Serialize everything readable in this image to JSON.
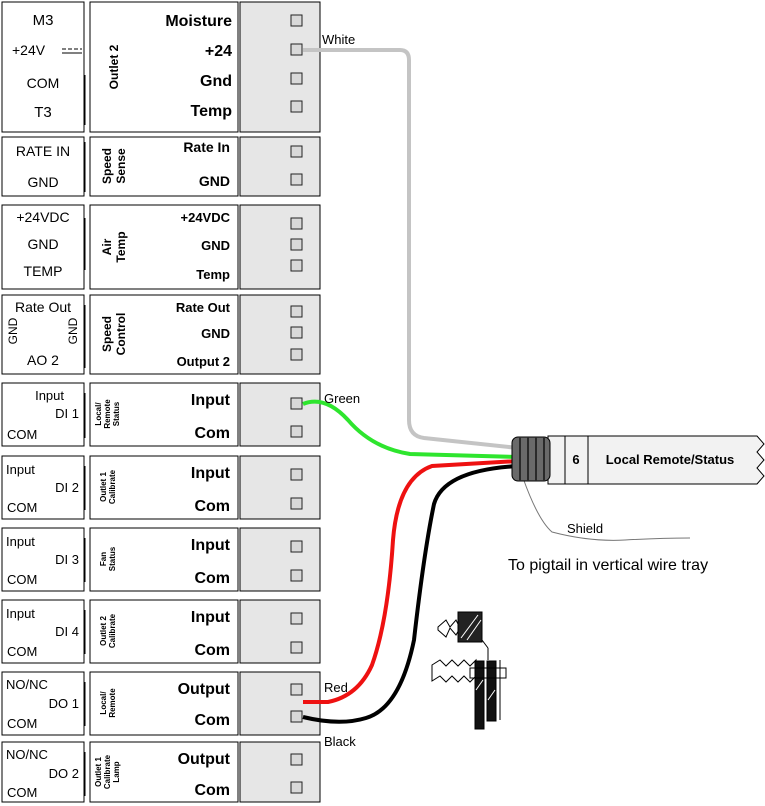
{
  "colors": {
    "white_wire": "#c4c4c4",
    "green_wire": "#2ee52e",
    "red_wire": "#ee1111",
    "black_wire": "#000000",
    "terminal_fill": "#e6e6e6",
    "cable_fill": "#f2f2f2"
  },
  "blocks": [
    {
      "id": "outlet2",
      "left_labels": [
        "M3",
        "+24V",
        "COM",
        "T3"
      ],
      "group": [
        "Outlet 2"
      ],
      "right_labels": [
        "Moisture",
        "+24",
        "Gnd",
        "Temp"
      ]
    },
    {
      "id": "speed-sense",
      "left_labels": [
        "RATE IN",
        "GND"
      ],
      "group": [
        "Speed",
        "Sense"
      ],
      "right_labels": [
        "Rate In",
        "GND"
      ]
    },
    {
      "id": "air-temp",
      "left_labels": [
        "+24VDC",
        "GND",
        "TEMP"
      ],
      "group": [
        "Air",
        "Temp"
      ],
      "right_labels": [
        "+24VDC",
        "GND",
        "Temp"
      ]
    },
    {
      "id": "speed-control",
      "left_labels": [
        "Rate Out",
        "GND",
        "GND",
        "AO 2"
      ],
      "group": [
        "Speed",
        "Control"
      ],
      "right_labels": [
        "Rate Out",
        "GND",
        "Output 2"
      ]
    },
    {
      "id": "local-remote-status",
      "left_labels": [
        "Input",
        "DI 1",
        "COM"
      ],
      "group": [
        "Local/",
        "Remote",
        "Status"
      ],
      "right_labels": [
        "Input",
        "Com"
      ]
    },
    {
      "id": "outlet1-calibrate",
      "left_labels": [
        "Input",
        "DI 2",
        "COM"
      ],
      "group": [
        "Outlet 1",
        "Calibrate"
      ],
      "right_labels": [
        "Input",
        "Com"
      ]
    },
    {
      "id": "fan-status",
      "left_labels": [
        "Input",
        "DI 3",
        "COM"
      ],
      "group": [
        "Fan",
        "Status"
      ],
      "right_labels": [
        "Input",
        "Com"
      ]
    },
    {
      "id": "outlet2-calibrate",
      "left_labels": [
        "Input",
        "DI 4",
        "COM"
      ],
      "group": [
        "Outlet 2",
        "Calibrate"
      ],
      "right_labels": [
        "Input",
        "Com"
      ]
    },
    {
      "id": "local-remote",
      "left_labels": [
        "NO/NC",
        "DO 1",
        "COM"
      ],
      "group": [
        "Local/",
        "Remote"
      ],
      "right_labels": [
        "Output",
        "Com"
      ]
    },
    {
      "id": "outlet1-calibrate-lamp",
      "left_labels": [
        "NO/NC",
        "DO 2",
        "COM"
      ],
      "group": [
        "Outlet 1",
        "Calibrate",
        "Lamp"
      ],
      "right_labels": [
        "Output",
        "Com"
      ]
    }
  ],
  "wires": {
    "white": "White",
    "green": "Green",
    "red": "Red",
    "black": "Black",
    "shield": "Shield"
  },
  "cable": {
    "number": "6",
    "label": "Local Remote/Status"
  },
  "note": "To pigtail in vertical wire tray"
}
